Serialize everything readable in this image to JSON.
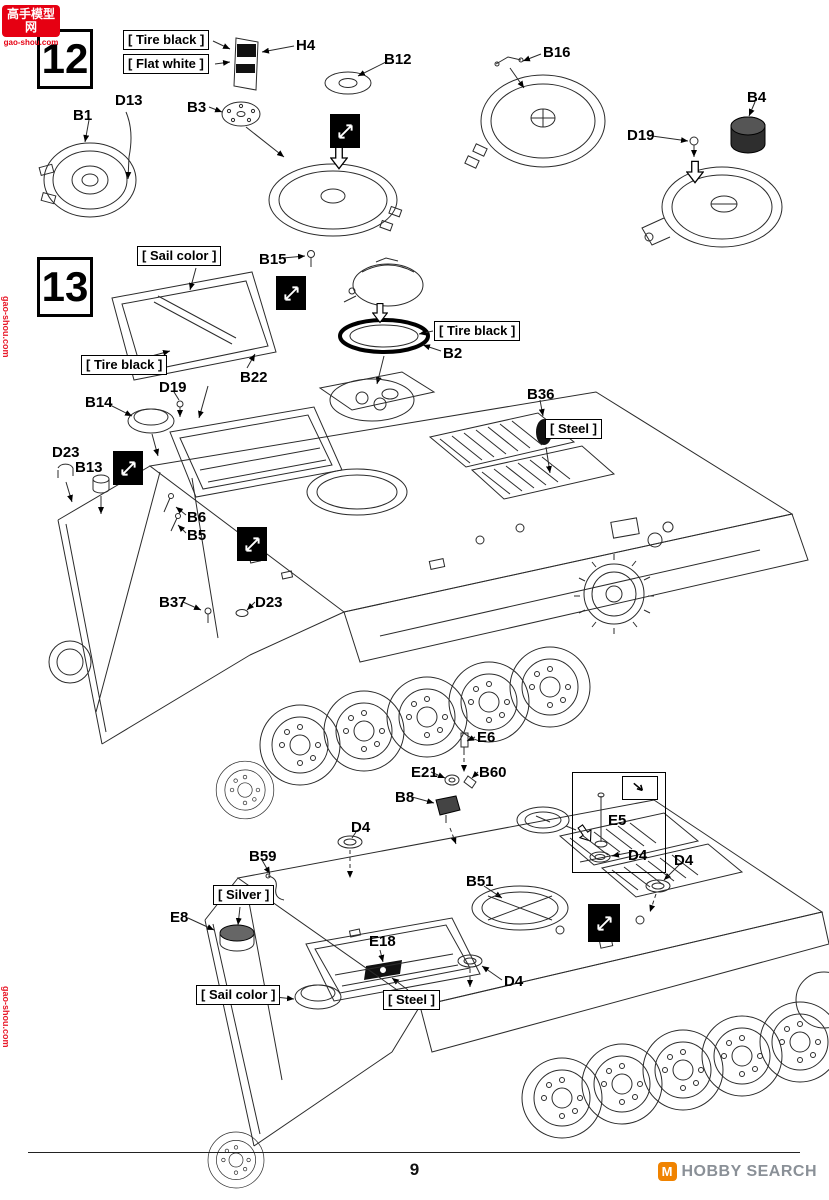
{
  "watermark": {
    "logo_cn": "高手模型网",
    "logo_url": "gao-shou.com",
    "side_text": "gao-shou.com"
  },
  "footer": {
    "page_number": "9",
    "brand": "HOBBY SEARCH",
    "brand_icon": "M"
  },
  "step12": {
    "number": "12",
    "paints": {
      "tire_black": "[ Tire black ]",
      "flat_white": "[ Flat white ]"
    },
    "parts": {
      "h4": "H4",
      "b12": "B12",
      "b16": "B16",
      "b3": "B3",
      "d13": "D13",
      "b1": "B1",
      "b4": "B4",
      "d19": "D19"
    }
  },
  "step13": {
    "number": "13",
    "paints": {
      "sail_color": "[ Sail color ]",
      "tire_black_right": "[ Tire black ]",
      "tire_black_left": "[ Tire black ]",
      "steel": "[ Steel ]"
    },
    "parts": {
      "b15": "B15",
      "b2": "B2",
      "b22": "B22",
      "d19": "D19",
      "b14": "B14",
      "b36": "B36",
      "d23_left": "D23",
      "b13": "B13",
      "b6": "B6",
      "b5": "B5",
      "b37": "B37",
      "d23_mid": "D23"
    }
  },
  "lower": {
    "paints": {
      "silver": "[ Silver ]",
      "sail_color": "[ Sail color ]",
      "steel": "[ Steel ]"
    },
    "parts": {
      "e6": "E6",
      "e21": "E21",
      "b60": "B60",
      "b8": "B8",
      "e5": "E5",
      "b59": "B59",
      "b51": "B51",
      "e8": "E8",
      "e18": "E18",
      "d4_left": "D4",
      "d4_inset": "D4",
      "d4_right": "D4",
      "d4_bottom": "D4"
    }
  }
}
